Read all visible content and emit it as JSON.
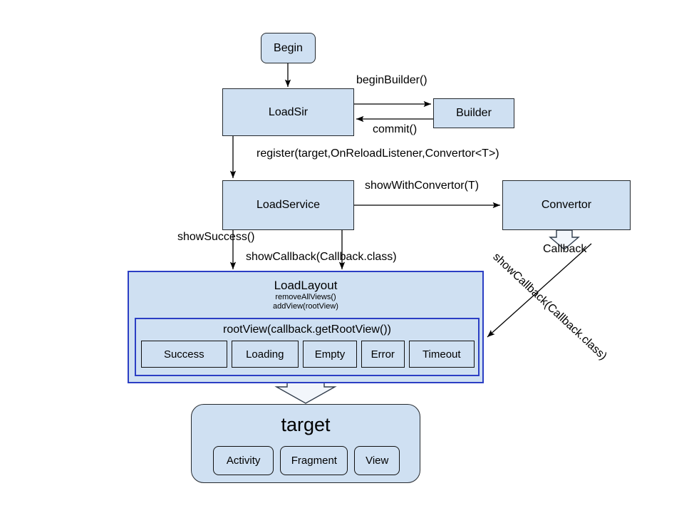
{
  "diagram": {
    "title": "LoadSir architecture flow",
    "colors": {
      "node_fill": "#cfe0f2",
      "node_stroke": "#24292e",
      "group_stroke": "#2b3ec4",
      "background": "#ffffff",
      "arrow": "#000000"
    },
    "nodes": {
      "begin": "Begin",
      "loadsir": "LoadSir",
      "builder": "Builder",
      "loadservice": "LoadService",
      "convertor": "Convertor",
      "loadlayout": {
        "title": "LoadLayout",
        "sub1": "removeAllViews()",
        "sub2": "addView(rootView)",
        "rootview": "rootView(callback.getRootView())",
        "states": [
          "Success",
          "Loading",
          "Empty",
          "Error",
          "Timeout"
        ]
      },
      "target": {
        "title": "target",
        "kinds": [
          "Activity",
          "Fragment",
          "View"
        ]
      }
    },
    "edges": {
      "begin_to_loadsir": "",
      "begin_builder": "beginBuilder()",
      "commit": "commit()",
      "register": "register(target,OnReloadListener,Convertor<T>)",
      "show_with_convertor": "showWithConvertor(T)",
      "show_success": "showSuccess()",
      "show_callback": "showCallback(Callback.class)",
      "callback": "Callback",
      "show_callback_diagonal": "showCallback(Callback.class)"
    }
  }
}
